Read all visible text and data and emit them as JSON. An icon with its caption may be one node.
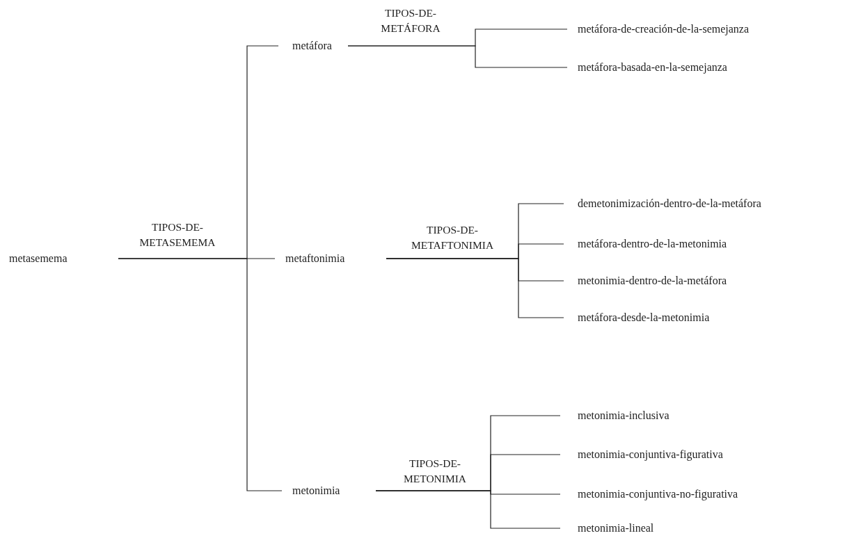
{
  "diagram": {
    "nodes": [
      {
        "text": [
          "metasemema"
        ]
      },
      {
        "text": [
          "metáfora"
        ]
      },
      {
        "text": [
          "metaftonimia"
        ]
      },
      {
        "text": [
          "metonimia"
        ]
      },
      {
        "text": [
          "metáfora-de-creación-de-la-semejanza"
        ]
      },
      {
        "text": [
          "metáfora-basada-en-la-semejanza"
        ]
      },
      {
        "text": [
          "demetonimización-dentro-de-la-metáfora"
        ]
      },
      {
        "text": [
          "metáfora-dentro-de-la-metonimia"
        ]
      },
      {
        "text": [
          "metonimia-dentro-de-la-metáfora"
        ]
      },
      {
        "text": [
          "metáfora-desde-la-metonimia"
        ]
      },
      {
        "text": [
          "metonimia-inclusiva"
        ]
      },
      {
        "text": [
          "metonimia-conjuntiva-figurativa"
        ]
      },
      {
        "text": [
          "metonimia-conjuntiva-no-figurativa"
        ]
      },
      {
        "text": [
          "metonimia-lineal"
        ]
      }
    ],
    "edges": [
      {
        "from": 0,
        "to": 1,
        "arrow": "none"
      },
      {
        "from": 0,
        "to": 2,
        "arrow": "none"
      },
      {
        "from": 0,
        "to": 3,
        "arrow": "none"
      },
      {
        "from": 1,
        "to": 4,
        "arrow": "none"
      },
      {
        "from": 1,
        "to": 5,
        "arrow": "none"
      },
      {
        "from": 2,
        "to": 6,
        "arrow": "none"
      },
      {
        "from": 2,
        "to": 7,
        "arrow": "none"
      },
      {
        "from": 2,
        "to": 8,
        "arrow": "none"
      },
      {
        "from": 2,
        "to": 9,
        "arrow": "none"
      },
      {
        "from": 3,
        "to": 10,
        "arrow": "none"
      },
      {
        "from": 3,
        "to": 11,
        "arrow": "none"
      },
      {
        "from": 3,
        "to": 12,
        "arrow": "none"
      },
      {
        "from": 3,
        "to": 13,
        "arrow": "none"
      }
    ],
    "labels": [
      "TIPOS-DE-METASEMEMA",
      "TIPOS-DE-METÁFORA",
      "TIPOS-DE-METAFTONIMIA",
      "TIPOS-DE-METONIMIA"
    ]
  }
}
